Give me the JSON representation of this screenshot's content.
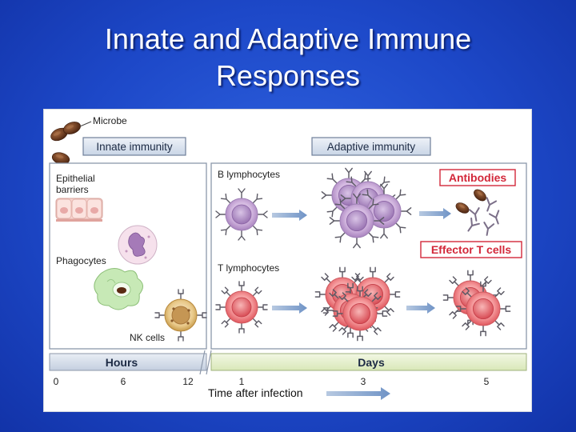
{
  "title_line1": "Innate and Adaptive Immune",
  "title_line2": "Responses",
  "figure": {
    "microbe_label": "Microbe",
    "innate_header": "Innate immunity",
    "adaptive_header": "Adaptive immunity",
    "epithelial_line1": "Epithelial",
    "epithelial_line2": "barriers",
    "phagocytes_label": "Phagocytes",
    "nk_label": "NK cells",
    "b_label": "B lymphocytes",
    "t_label": "T lymphocytes",
    "antibodies_label": "Antibodies",
    "effector_label": "Effector T cells",
    "hours_label": "Hours",
    "days_label": "Days",
    "ticks_hours": [
      "0",
      "6",
      "12"
    ],
    "ticks_days": [
      "1",
      "3",
      "5"
    ],
    "time_label": "Time after infection",
    "colors": {
      "b_cell": "#c9a9d6",
      "t_cell": "#ef7f84",
      "callout_red": "#d3283a",
      "header_bg": "#cfd9e8",
      "days_bar": "#e4efc9"
    }
  }
}
